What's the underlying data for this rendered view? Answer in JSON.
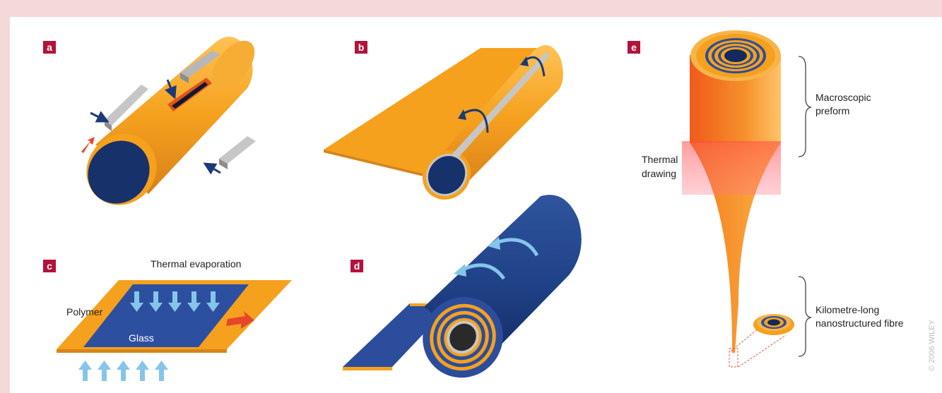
{
  "panels": {
    "a": {
      "label": "a"
    },
    "b": {
      "label": "b"
    },
    "c": {
      "label": "c",
      "top_text": "Thermal evaporation",
      "polymer_text": "Polymer",
      "glass_text": "Glass"
    },
    "d": {
      "label": "d"
    },
    "e": {
      "label": "e",
      "preform_text_1": "Macroscopic",
      "preform_text_2": "preform",
      "drawing_text_1": "Thermal",
      "drawing_text_2": "drawing",
      "fibre_text_1": "Kilometre-long",
      "fibre_text_2": "nanostructured fibre"
    }
  },
  "credit": "© 2006 WILEY",
  "colors": {
    "orange": "#f5a11e",
    "navy": "#1b3a78",
    "label_red": "#b3123a",
    "arrow_blue": "#86c5ea",
    "arrow_red": "#e5472a",
    "gray": "#c6c6c6"
  }
}
